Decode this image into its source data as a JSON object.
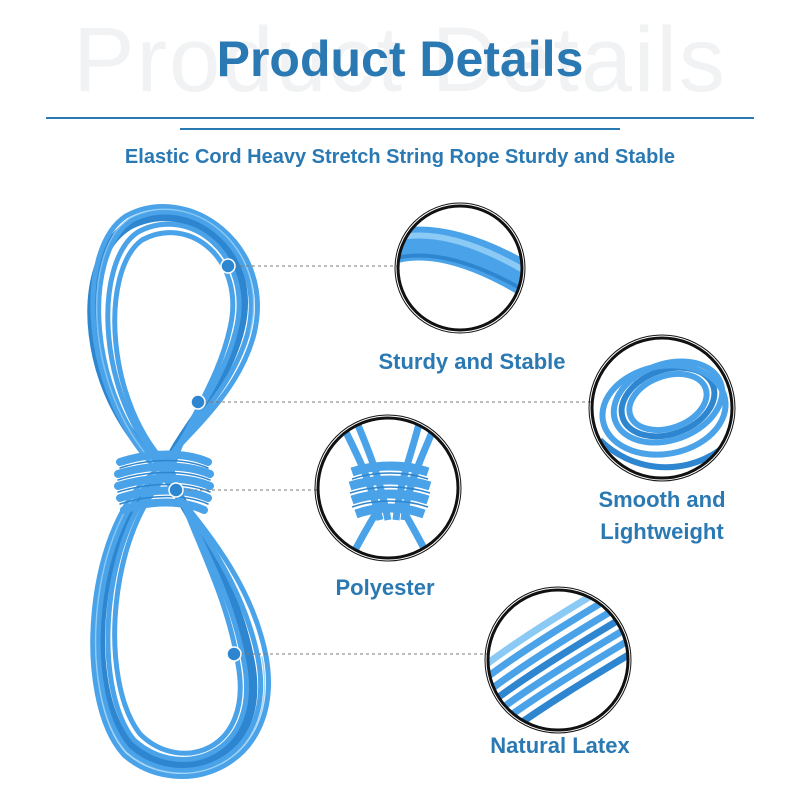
{
  "watermark": "Product Details",
  "title": "Product Details",
  "subtitle": "Elastic Cord Heavy Stretch String Rope Sturdy and Stable",
  "features": [
    {
      "label": "Sturdy and Stable"
    },
    {
      "label": "Smooth and\nLightweight"
    },
    {
      "label": "Polyester"
    },
    {
      "label": "Natural Latex"
    }
  ],
  "colors": {
    "accent": "#2a79b3",
    "cord": "#4aa3e8",
    "cord_dark": "#2d86cf",
    "cord_light": "#8ccaf6",
    "ring": "#111111"
  },
  "icons": [
    "elastic-cord-bundle",
    "callout-marker",
    "zoom-circle"
  ]
}
